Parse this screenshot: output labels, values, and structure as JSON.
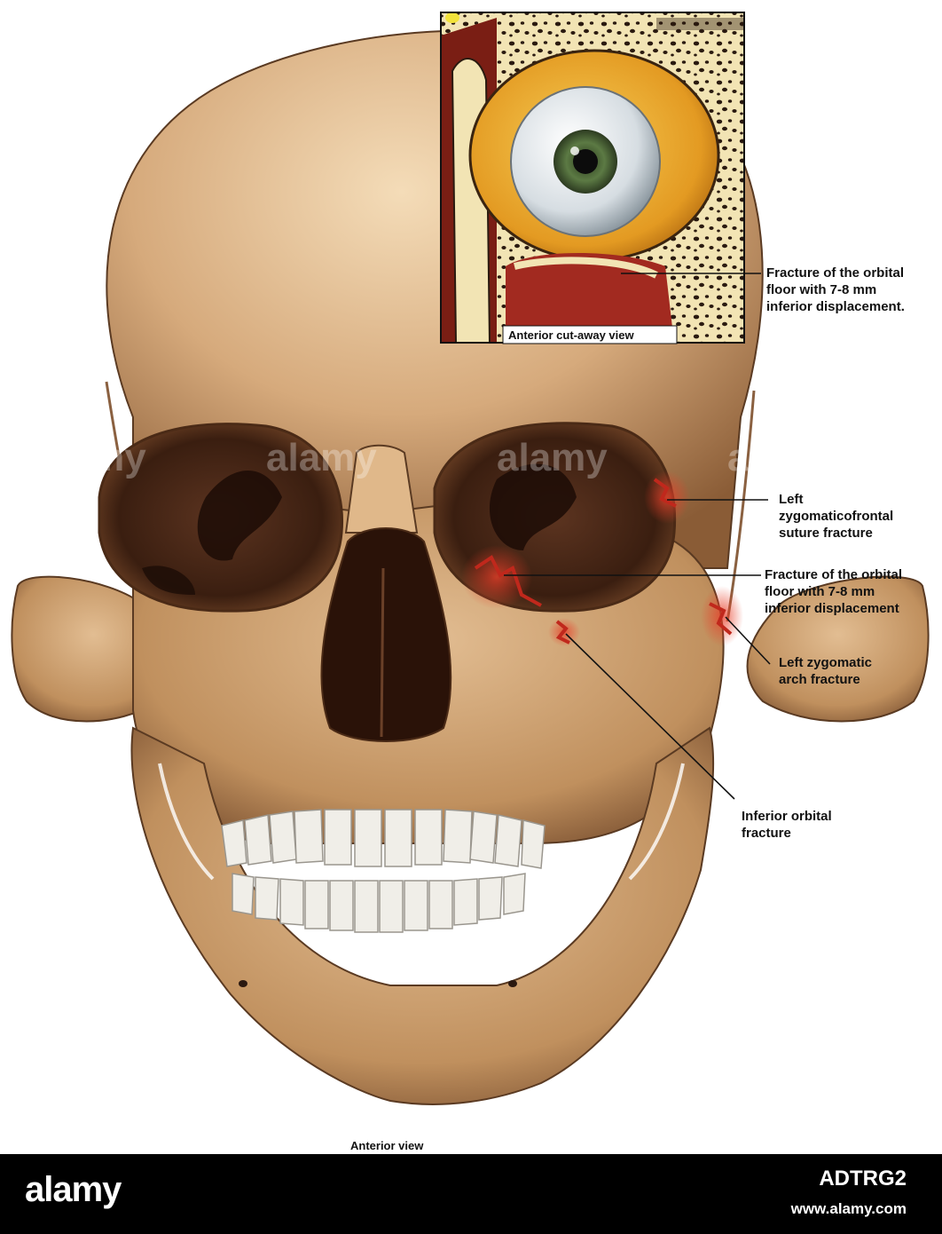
{
  "labels": {
    "inset_caption": "Anterior cut-away view",
    "inset_fracture": "Fracture of the orbital\nfloor with 7-8 mm\ninferior displacement.",
    "zygomaticofrontal": "Left\nzygomaticofrontal\nsuture fracture",
    "orbital_floor": "Fracture of the orbital\nfloor with 7-8 mm\ninferior displacement",
    "zygomatic_arch": "Left zygomatic\narch fracture",
    "inferior_orbital": "Inferior orbital\nfracture",
    "view_caption": "Anterior view"
  },
  "watermark": "alamy",
  "footer": {
    "logo": "alamy",
    "image_code": "ADTRG2",
    "url": "www.alamy.com"
  },
  "colors": {
    "bone": "#d9b48a",
    "bone_shadow": "#7a5232",
    "cavity": "#3a1e10",
    "fracture": "#c0281c",
    "fat": "#e8a428",
    "iris": "#4c6a3a"
  }
}
